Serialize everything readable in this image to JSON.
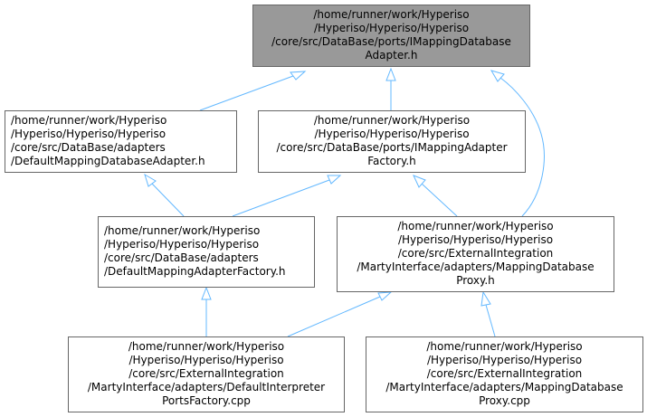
{
  "colors": {
    "edge": "#63b8ff",
    "focus_fill": "#999999",
    "border": "#666666"
  },
  "nodes": {
    "n0": {
      "lines": [
        "/home/runner/work/Hyperiso",
        "/Hyperiso/Hyperiso/Hyperiso",
        "/core/src/DataBase/ports/IMappingDatabase",
        "Adapter.h"
      ],
      "focus": true
    },
    "n1": {
      "lines": [
        "/home/runner/work/Hyperiso",
        "/Hyperiso/Hyperiso/Hyperiso",
        "/core/src/DataBase/adapters",
        "/DefaultMappingDatabaseAdapter.h"
      ]
    },
    "n2": {
      "lines": [
        "/home/runner/work/Hyperiso",
        "/Hyperiso/Hyperiso/Hyperiso",
        "/core/src/DataBase/ports/IMappingAdapter",
        "Factory.h"
      ]
    },
    "n3": {
      "lines": [
        "/home/runner/work/Hyperiso",
        "/Hyperiso/Hyperiso/Hyperiso",
        "/core/src/DataBase/adapters",
        "/DefaultMappingAdapterFactory.h"
      ]
    },
    "n4": {
      "lines": [
        "/home/runner/work/Hyperiso",
        "/Hyperiso/Hyperiso/Hyperiso",
        "/core/src/ExternalIntegration",
        "/MartyInterface/adapters/MappingDatabase",
        "Proxy.h"
      ]
    },
    "n5": {
      "lines": [
        "/home/runner/work/Hyperiso",
        "/Hyperiso/Hyperiso/Hyperiso",
        "/core/src/ExternalIntegration",
        "/MartyInterface/adapters/DefaultInterpreter",
        "PortsFactory.cpp"
      ]
    },
    "n6": {
      "lines": [
        "/home/runner/work/Hyperiso",
        "/Hyperiso/Hyperiso/Hyperiso",
        "/core/src/ExternalIntegration",
        "/MartyInterface/adapters/MappingDatabase",
        "Proxy.cpp"
      ]
    }
  },
  "edges": [
    {
      "from": "n1",
      "to": "n0"
    },
    {
      "from": "n2",
      "to": "n0"
    },
    {
      "from": "n4",
      "to": "n0"
    },
    {
      "from": "n3",
      "to": "n1"
    },
    {
      "from": "n3",
      "to": "n2"
    },
    {
      "from": "n4",
      "to": "n2"
    },
    {
      "from": "n5",
      "to": "n3"
    },
    {
      "from": "n5",
      "to": "n4"
    },
    {
      "from": "n6",
      "to": "n4"
    }
  ]
}
